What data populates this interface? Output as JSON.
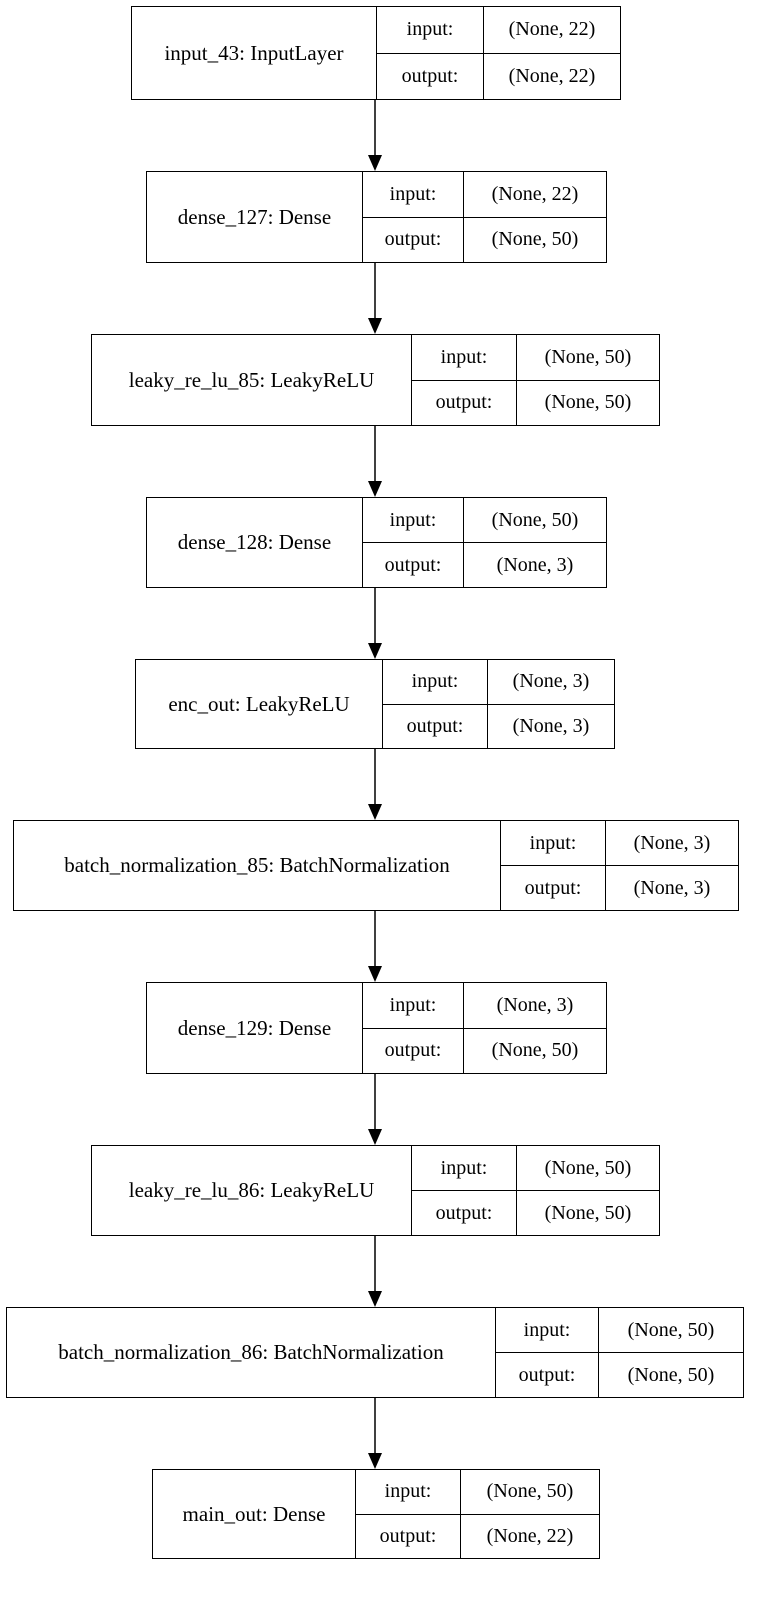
{
  "io_labels": {
    "input": "input:",
    "output": "output:"
  },
  "nodes": [
    {
      "name": "input_43: InputLayer",
      "input": "(None, 22)",
      "output": "(None, 22)"
    },
    {
      "name": "dense_127: Dense",
      "input": "(None, 22)",
      "output": "(None, 50)"
    },
    {
      "name": "leaky_re_lu_85: LeakyReLU",
      "input": "(None, 50)",
      "output": "(None, 50)"
    },
    {
      "name": "dense_128: Dense",
      "input": "(None, 50)",
      "output": "(None, 3)"
    },
    {
      "name": "enc_out: LeakyReLU",
      "input": "(None, 3)",
      "output": "(None, 3)"
    },
    {
      "name": "batch_normalization_85: BatchNormalization",
      "input": "(None, 3)",
      "output": "(None, 3)"
    },
    {
      "name": "dense_129: Dense",
      "input": "(None, 3)",
      "output": "(None, 50)"
    },
    {
      "name": "leaky_re_lu_86: LeakyReLU",
      "input": "(None, 50)",
      "output": "(None, 50)"
    },
    {
      "name": "batch_normalization_86: BatchNormalization",
      "input": "(None, 50)",
      "output": "(None, 50)"
    },
    {
      "name": "main_out: Dense",
      "input": "(None, 50)",
      "output": "(None, 22)"
    }
  ],
  "edges": [
    [
      0,
      1
    ],
    [
      1,
      2
    ],
    [
      2,
      3
    ],
    [
      3,
      4
    ],
    [
      4,
      5
    ],
    [
      5,
      6
    ],
    [
      6,
      7
    ],
    [
      7,
      8
    ],
    [
      8,
      9
    ]
  ]
}
